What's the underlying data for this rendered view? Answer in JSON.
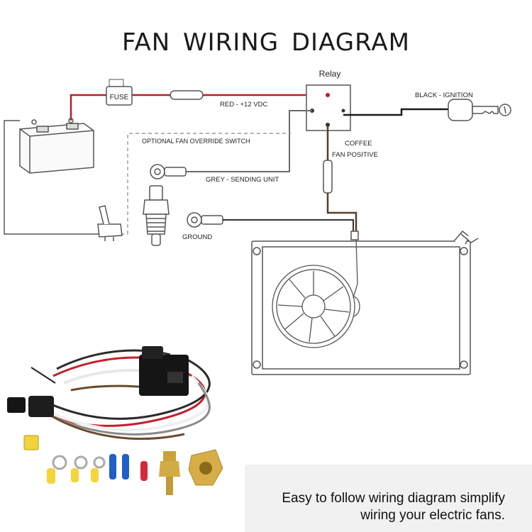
{
  "title": "FAN  WIRING  DIAGRAM",
  "labels": {
    "relay": "Relay",
    "fuse": "FUSE",
    "red": "RED - +12 VDC",
    "black": "BLACK - IGNITION",
    "override": "OPTIONAL FAN OVERRIDE SWITCH",
    "coffee1": "COFFEE",
    "coffee2": "FAN POSITIVE",
    "grey": "GREY - SENDING UNIT",
    "ground": "GROUND"
  },
  "caption": {
    "line1": "Easy to follow wiring diagram simplify",
    "line2": "wiring your electric fans."
  },
  "colors": {
    "red_wire": "#b3202a",
    "black_wire": "#1a1a1a",
    "grey_wire": "#6b6b6b",
    "brown_wire": "#5a3e22",
    "outline": "#555555"
  }
}
